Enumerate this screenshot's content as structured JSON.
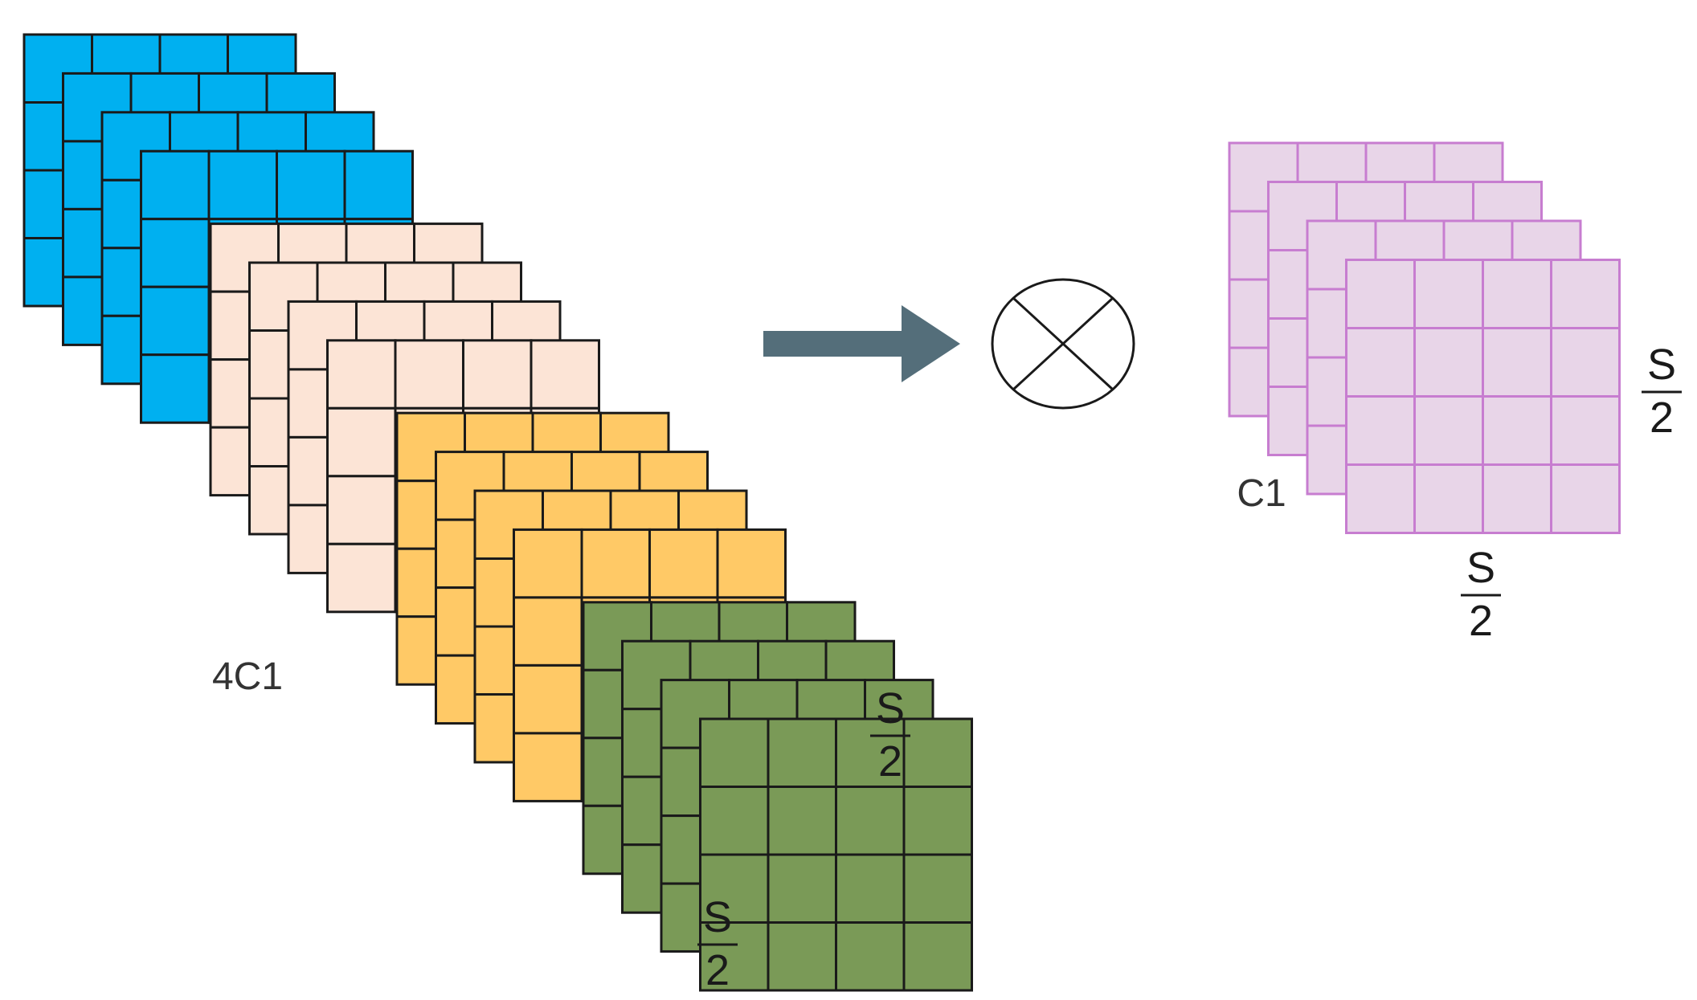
{
  "input_stack": {
    "label": "4C1",
    "width_label": {
      "numerator": "S",
      "denominator": "2"
    },
    "height_label": {
      "numerator": "S",
      "denominator": "2"
    },
    "grid": {
      "rows": 4,
      "cols": 4
    },
    "groups": [
      {
        "name": "blue",
        "fill": "#00B0F0",
        "stroke": "#1a1a1a",
        "layers": 4
      },
      {
        "name": "peach",
        "fill": "#FCE4D6",
        "stroke": "#1a1a1a",
        "layers": 4
      },
      {
        "name": "orange",
        "fill": "#FFC966",
        "stroke": "#1a1a1a",
        "layers": 4
      },
      {
        "name": "green",
        "fill": "#7A9A57",
        "stroke": "#1a1a1a",
        "layers": 4
      }
    ]
  },
  "arrow": {
    "color": "#546E7A"
  },
  "operator": {
    "symbol": "circled-times-icon",
    "stroke": "#1a1a1a"
  },
  "output_stack": {
    "label": "C1",
    "width_label": {
      "numerator": "S",
      "denominator": "2"
    },
    "height_label": {
      "numerator": "S",
      "denominator": "2"
    },
    "grid": {
      "rows": 4,
      "cols": 4
    },
    "fill": "#E8D5E8",
    "stroke": "#C77DD0",
    "layers": 4
  },
  "colors": {
    "label_text": "#333333",
    "fraction_text": "#1a1a1a"
  }
}
